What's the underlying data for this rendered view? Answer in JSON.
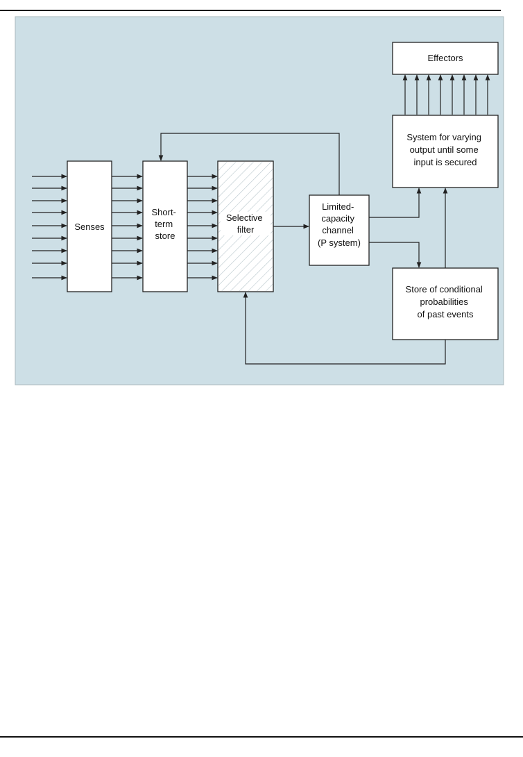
{
  "diagram": {
    "background_color": "#cddfe6",
    "nodes": {
      "senses": "Senses",
      "short_term_store": [
        "Short-",
        "term",
        "store"
      ],
      "selective_filter": [
        "Selective",
        "filter"
      ],
      "limited_capacity_channel": [
        "Limited-",
        "capacity",
        "channel",
        "(P system)"
      ],
      "effectors": "Effectors",
      "output_system": [
        "System for varying",
        "output until some",
        "input is secured"
      ],
      "conditional_store": [
        "Store of conditional",
        "probabilities",
        "of past events"
      ]
    }
  }
}
